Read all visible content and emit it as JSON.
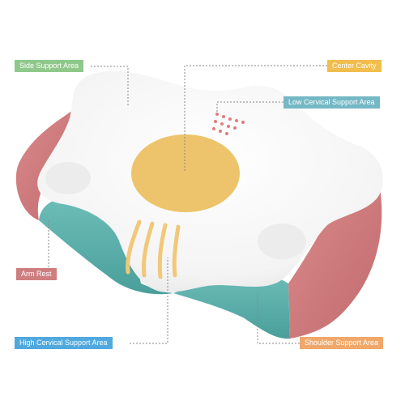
{
  "callouts": {
    "side_support": "Side Support Area",
    "center_cavity": "Center Cavity",
    "low_cervical": "Low Cervical Support Area",
    "arm_rest": "Arm Rest",
    "high_cervical": "High Cervical Support Area",
    "shoulder": "Shoulder Support Area"
  },
  "colors": {
    "pillow_top": "#f7f7f7",
    "pink_side": "#cf7e80",
    "teal_side": "#5fb2ae",
    "center_disc": "#edc46b",
    "dots": "#e07d7d"
  }
}
